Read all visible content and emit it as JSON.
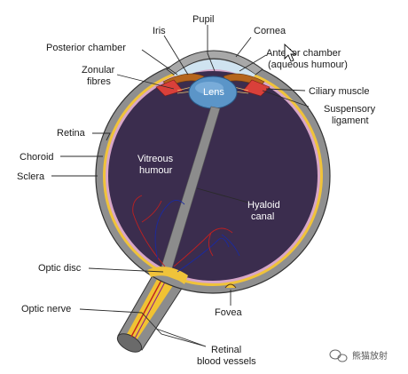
{
  "diagram": {
    "labels": {
      "pupil": "Pupil",
      "iris": "Iris",
      "cornea": "Cornea",
      "posterior_chamber": "Posterior chamber",
      "anterior_chamber_line1": "Anterior chamber",
      "anterior_chamber_line2": "(aqueous humour)",
      "zonular_line1": "Zonular",
      "zonular_line2": "fibres",
      "lens": "Lens",
      "ciliary_muscle": "Ciliary muscle",
      "suspensory_line1": "Suspensory",
      "suspensory_line2": "ligament",
      "retina": "Retina",
      "choroid": "Choroid",
      "sclera": "Sclera",
      "vitreous_line1": "Vitreous",
      "vitreous_line2": "humour",
      "hyaloid_line1": "Hyaloid",
      "hyaloid_line2": "canal",
      "optic_disc": "Optic disc",
      "optic_nerve": "Optic nerve",
      "fovea": "Fovea",
      "retinal_vessels_line1": "Retinal",
      "retinal_vessels_line2": "blood vessels"
    },
    "colors": {
      "vitreous": "#3b2d4e",
      "sclera": "#8f8f8f",
      "choroid": "#d7a6c8",
      "retina": "#f0c33a",
      "lens": "#5b95c8",
      "iris": "#b5651d",
      "ciliary": "#d9403a",
      "vessels": "#c02020"
    }
  },
  "watermark": {
    "text": "熊猫放射"
  }
}
